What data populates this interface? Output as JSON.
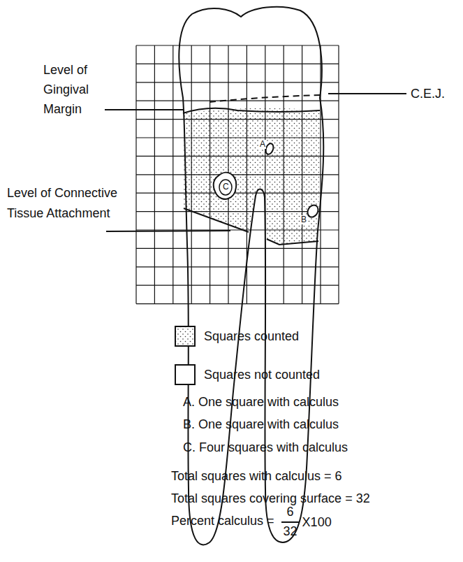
{
  "diagram": {
    "labels": [
      "Level of Gingival Margin",
      "C.E.J.",
      "Level of Connective Tissue Attachment",
      "A",
      "B",
      "C",
      "A. One square with calculus",
      "B. One square with calculus",
      "C. Four squares with calculus",
      "Total squares with calculus = 6",
      "Total squares covering surface = 32",
      "Percent calculus =",
      "6",
      "32",
      "X100"
    ],
    "legend": [
      {
        "text": "Squares counted"
      },
      {
        "text": "Squares not counted",
        "color": "#ffffff"
      }
    ]
  }
}
